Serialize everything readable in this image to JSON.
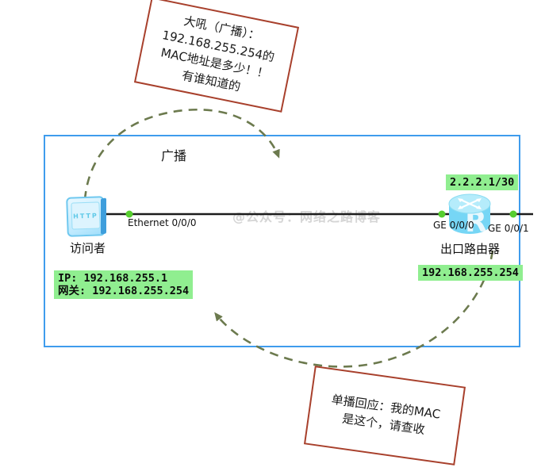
{
  "colors": {
    "boundary_blue": "#3f9ced",
    "callout_red": "#a8402c",
    "arrow_olive": "#6c7a4e",
    "label_green_bg": "#90ee90",
    "port_dot_green": "#57ce2f",
    "device_blue": "#76d6f5",
    "watermark_gray": "#d5d5d5"
  },
  "callouts": {
    "broadcast_question": {
      "lines": [
        "大吼（广播）：",
        "192.168.255.254的",
        "MAC地址是多少！！",
        "有谁知道的"
      ]
    },
    "unicast_reply": {
      "lines": [
        "单播回应：我的MAC",
        "是这个，请查收"
      ]
    }
  },
  "flow_labels": {
    "broadcast": "广播"
  },
  "watermark": "@公众号：网络之路博客",
  "topology": {
    "client": {
      "name": "访问者",
      "screen_text": "HTTP",
      "interface_label": "Ethernet 0/0/0",
      "ip_line": "IP: 192.168.255.1",
      "gateway_line": "网关: 192.168.255.254"
    },
    "router": {
      "name": "出口路由器",
      "letter": "R",
      "lan_interface": "GE 0/0/0",
      "wan_interface": "GE 0/0/1",
      "wan_ip": "2.2.2.1/30",
      "lan_gateway_ip": "192.168.255.254"
    }
  }
}
